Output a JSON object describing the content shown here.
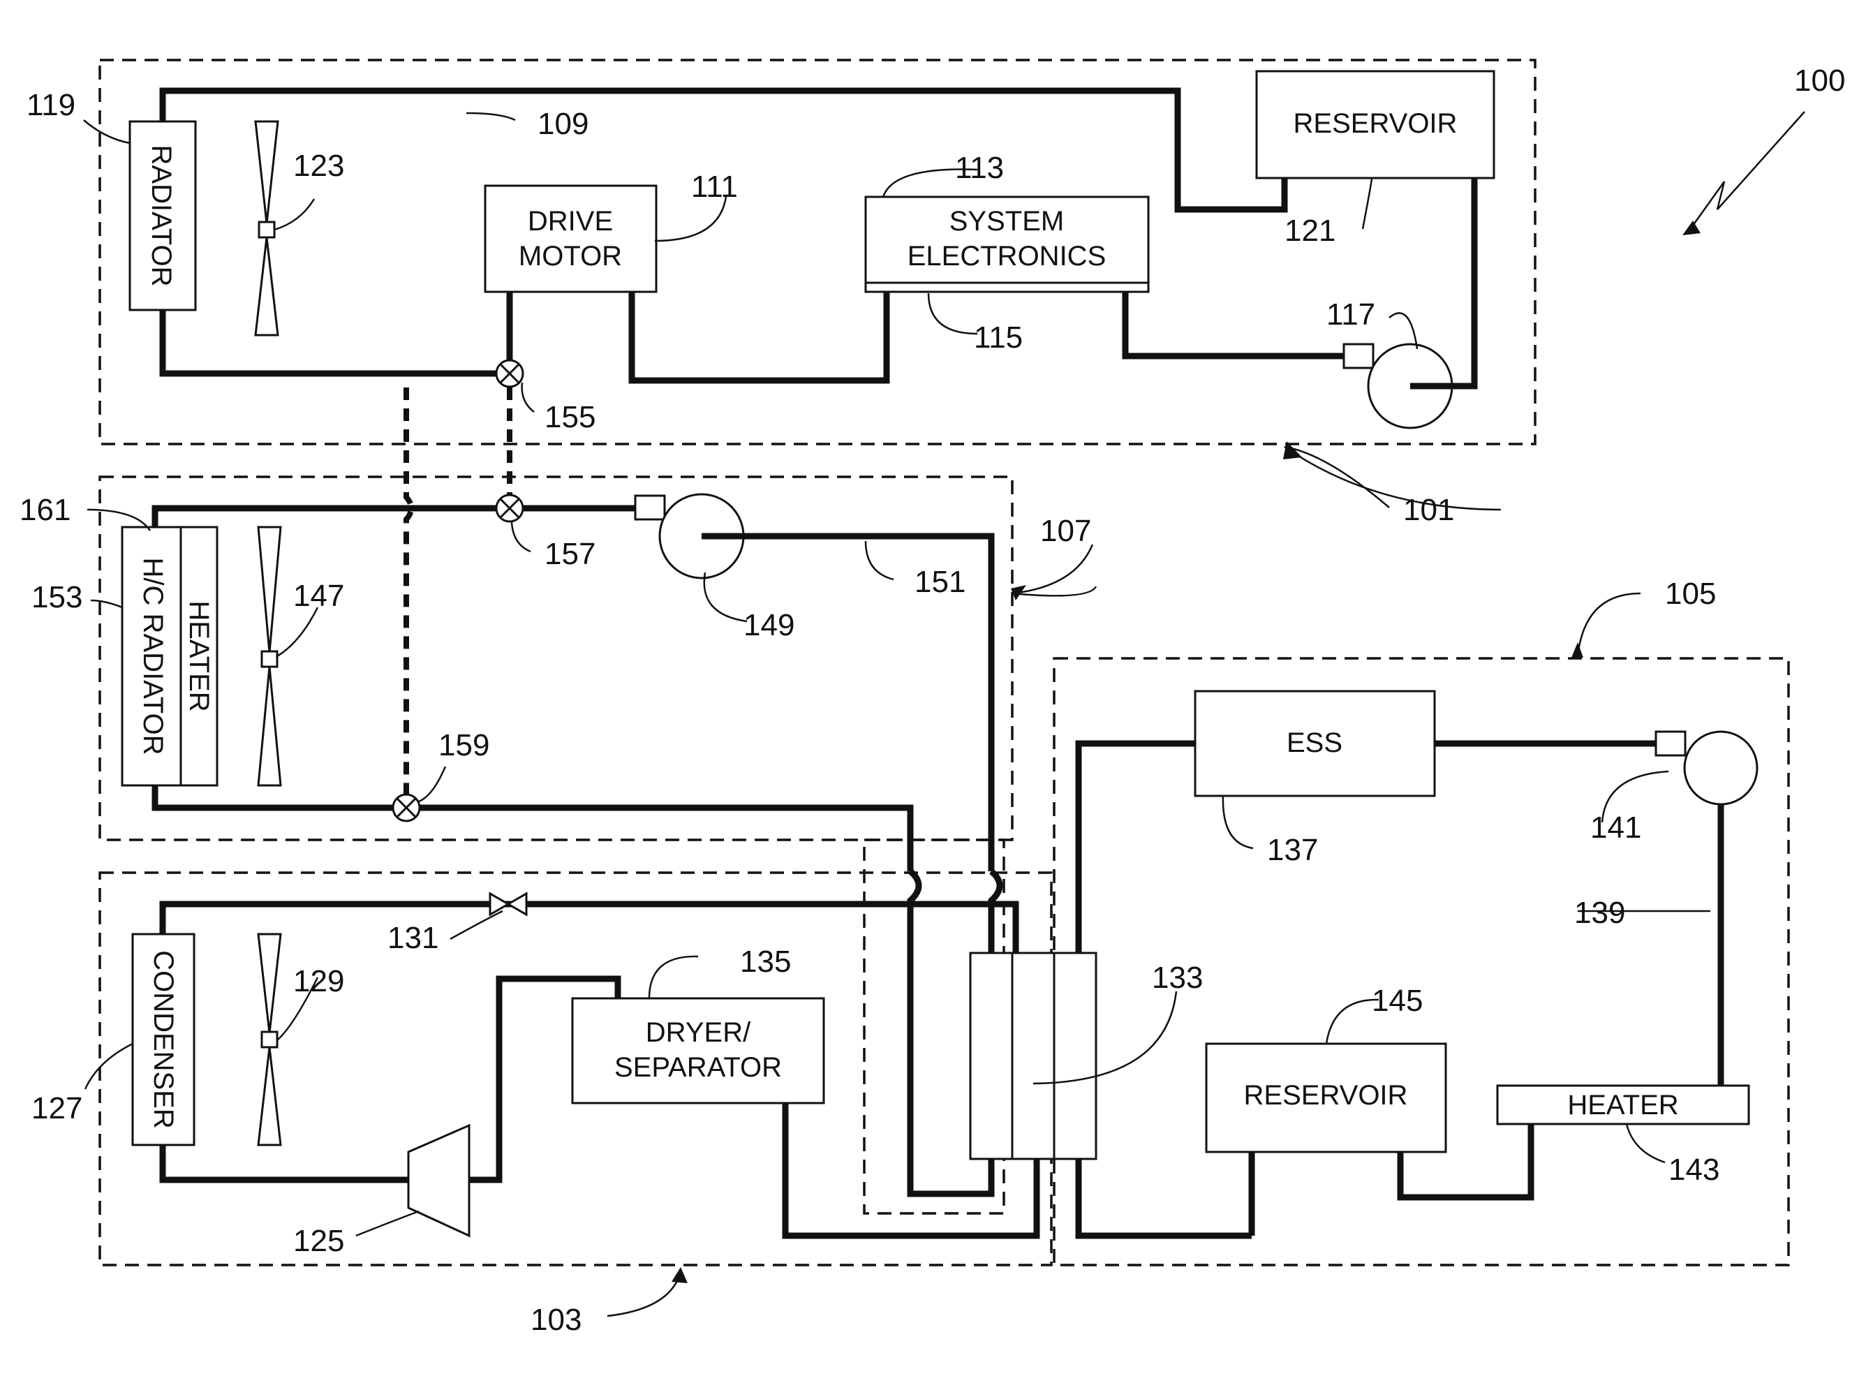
{
  "figure_number": "100",
  "components": {
    "radiator_top": "RADIATOR",
    "reservoir_top": "RESERVOIR",
    "drive_motor_1": "DRIVE",
    "drive_motor_2": "MOTOR",
    "system_electronics_1": "SYSTEM",
    "system_electronics_2": "ELECTRONICS",
    "hc_radiator": "H/C RADIATOR",
    "heater_side": "HEATER",
    "condenser": "CONDENSER",
    "dryer_1": "DRYER/",
    "dryer_2": "SEPARATOR",
    "ess": "ESS",
    "reservoir_bottom": "RESERVOIR",
    "heater_bottom": "HEATER"
  },
  "refs": {
    "r101": "101",
    "r103": "103",
    "r105": "105",
    "r107": "107",
    "r109": "109",
    "r111": "111",
    "r113": "113",
    "r115": "115",
    "r117": "117",
    "r119": "119",
    "r121": "121",
    "r123": "123",
    "r125": "125",
    "r127": "127",
    "r129": "129",
    "r131": "131",
    "r133": "133",
    "r135": "135",
    "r137": "137",
    "r139": "139",
    "r141": "141",
    "r143": "143",
    "r145": "145",
    "r147": "147",
    "r149": "149",
    "r151": "151",
    "r153": "153",
    "r155": "155",
    "r157": "157",
    "r159": "159",
    "r161": "161"
  }
}
